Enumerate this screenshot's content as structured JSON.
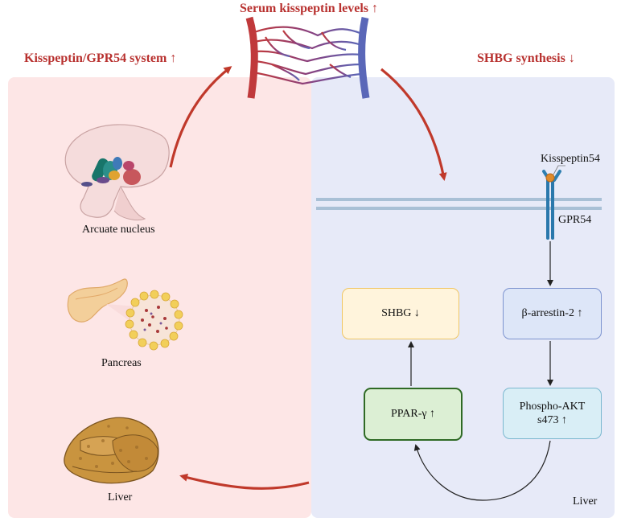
{
  "headings": {
    "left": "Kisspeptin/GPR54 system ↑",
    "center": "Serum kisspeptin levels ↑",
    "right": "SHBG synthesis ↓"
  },
  "organs": {
    "arcuate": "Arcuate nucleus",
    "pancreas": "Pancreas",
    "liver": "Liver"
  },
  "receptor": {
    "ligand": "Kisspeptin54",
    "receptor": "GPR54"
  },
  "boxes": {
    "shbg": "SHBG ↓",
    "arrestin": "β-arrestin-2 ↑",
    "ppar": "PPAR-γ ↑",
    "akt_line1": "Phospho-AKT",
    "akt_line2": "s473 ↑"
  },
  "panel_label": "Liver",
  "colors": {
    "heading": "#b8312f",
    "left_panel": "#fde6e6",
    "right_panel": "#e7eaf8",
    "arrow_red": "#c0392b",
    "artery": "#c0393b",
    "vein": "#5a67b8",
    "liver": "#c9943f"
  }
}
